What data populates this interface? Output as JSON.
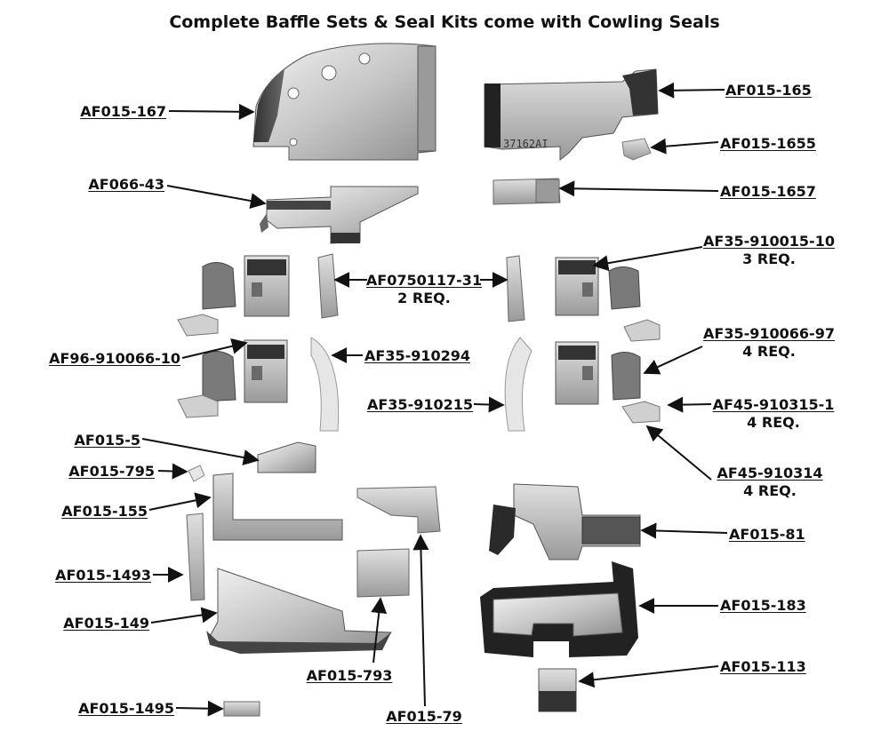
{
  "title": "Complete Baffle Sets & Seal Kits come with Cowling Seals",
  "part_marking": "37162AI",
  "parts": [
    {
      "id": "p167",
      "part": "AF015-167",
      "req": ""
    },
    {
      "id": "p165",
      "part": "AF015-165",
      "req": ""
    },
    {
      "id": "p1655",
      "part": "AF015-1655",
      "req": ""
    },
    {
      "id": "p66",
      "part": "AF066-43",
      "req": ""
    },
    {
      "id": "p1657",
      "part": "AF015-1657",
      "req": ""
    },
    {
      "id": "p9100",
      "part": "AF35-910015-10",
      "req": "3 REQ."
    },
    {
      "id": "p0750",
      "part": "AF0750117-31",
      "req": "2 REQ."
    },
    {
      "id": "p96",
      "part": "AF96-910066-10",
      "req": ""
    },
    {
      "id": "p294",
      "part": "AF35-910294",
      "req": ""
    },
    {
      "id": "p97",
      "part": "AF35-910066-97",
      "req": "4 REQ."
    },
    {
      "id": "p215",
      "part": "AF35-910215",
      "req": ""
    },
    {
      "id": "p3151",
      "part": "AF45-910315-1",
      "req": "4 REQ."
    },
    {
      "id": "p5",
      "part": "AF015-5",
      "req": ""
    },
    {
      "id": "p314",
      "part": "AF45-910314",
      "req": "4 REQ."
    },
    {
      "id": "p795",
      "part": "AF015-795",
      "req": ""
    },
    {
      "id": "p155",
      "part": "AF015-155",
      "req": ""
    },
    {
      "id": "p81",
      "part": "AF015-81",
      "req": ""
    },
    {
      "id": "p1493",
      "part": "AF015-1493",
      "req": ""
    },
    {
      "id": "p183",
      "part": "AF015-183",
      "req": ""
    },
    {
      "id": "p149",
      "part": "AF015-149",
      "req": ""
    },
    {
      "id": "p113",
      "part": "AF015-113",
      "req": ""
    },
    {
      "id": "p793",
      "part": "AF015-793",
      "req": ""
    },
    {
      "id": "p1495",
      "part": "AF015-1495",
      "req": ""
    },
    {
      "id": "p79",
      "part": "AF015-79",
      "req": ""
    }
  ]
}
